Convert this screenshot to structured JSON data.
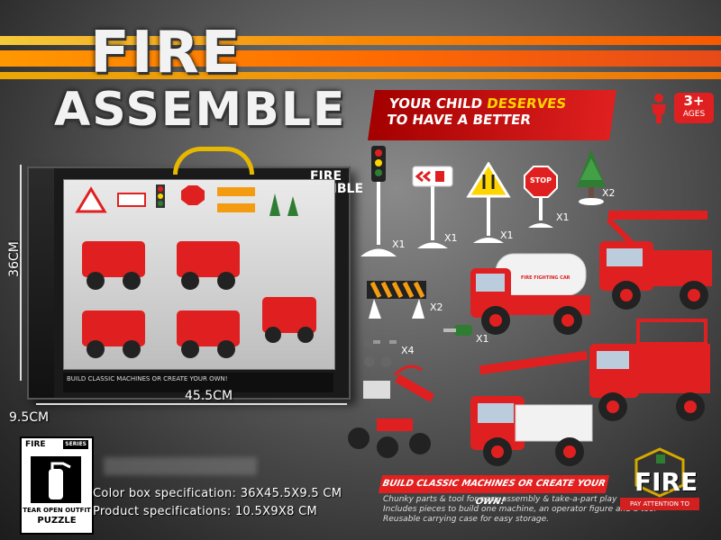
{
  "header": {
    "title_line1": "FIRE",
    "title_line2": "ASSEMBLE"
  },
  "slogan": {
    "part1": "YOUR CHILD ",
    "highlight": "DESERVES",
    "line2": "TO HAVE A BETTER"
  },
  "age": {
    "number": "3+",
    "label": "AGES"
  },
  "box": {
    "logo_line1": "FIRE",
    "logo_line2": "ASSEMBLE",
    "bottom_text": "BUILD CLASSIC MACHINES OR CREATE YOUR OWN!"
  },
  "dimensions": {
    "height": "36CM",
    "width": "45.5CM",
    "depth": "9.5CM"
  },
  "quantities": {
    "traffic_light": "X1",
    "arrow_sign": "X1",
    "warning_sign": "X1",
    "stop_sign": "X1",
    "stop_label": "STOP",
    "tree": "X2",
    "barrier": "X2",
    "screws": "X4",
    "screwdriver": "X1"
  },
  "trucks": {
    "tanker_label": "FIRE FIGHTING CAR"
  },
  "banner": {
    "text": "BUILD CLASSIC MACHINES OR CREATE YOUR OWN!"
  },
  "description": {
    "line1": "Chunky parts & tool for easy assembly & take-a-part play",
    "line2": "Includes pieces to build one machine, an operator figure and a tool",
    "line3": "Reusable carrying case for easy storage."
  },
  "fire_logo": {
    "word": "FIRE",
    "sub": "PAY ATTENTION TO"
  },
  "puzzle": {
    "title": "FIRE",
    "series": "SERIES",
    "footer1": "TEAR OPEN OUTFIT",
    "footer2": "PUZZLE"
  },
  "specs": {
    "color_box": "Color box specification: 36X45.5X9.5 CM",
    "product": "Product specifications: 10.5X9X8 CM"
  },
  "colors": {
    "accent_red": "#e02020",
    "accent_orange": "#ff7a00",
    "accent_yellow": "#ffd400"
  }
}
